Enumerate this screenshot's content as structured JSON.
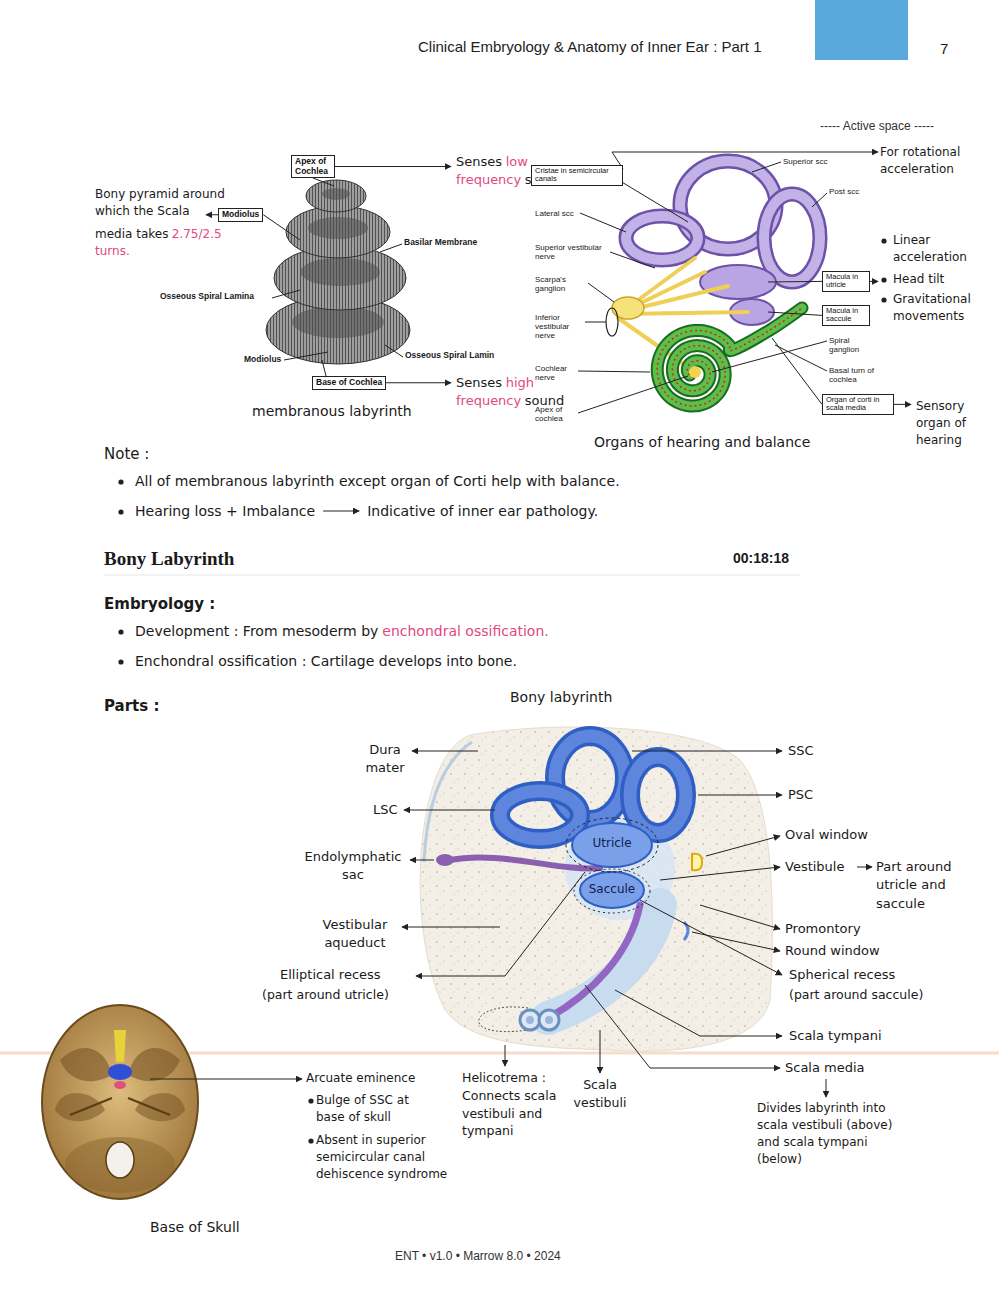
{
  "diagram": {
    "title": "Clinical Embryology & Anatomy of Inner Ear : Part 1",
    "nodes": [
      {
        "text": [
          "Apex of Cochlea"
        ]
      },
      {
        "text": [
          "Modiolus"
        ]
      },
      {
        "text": [
          "Base of Cochlea"
        ]
      },
      {
        "text": [
          "Cristae in semicircular canals"
        ]
      },
      {
        "text": [
          "Macula in utricle"
        ]
      },
      {
        "text": [
          "Macula in saccule"
        ]
      },
      {
        "text": [
          "Organ of corti in scala media"
        ]
      }
    ],
    "labels": [
      "7",
      "----- Active space -----",
      "Senses",
      "low frequency",
      "sound",
      "Bony pyramid around which the Scala",
      "media takes",
      "2.75/2.5 turns.",
      "Basilar Membrane",
      "Osseous Spiral Lamina",
      "Modiolus",
      "Osseous Spiral Lamin",
      "Senses",
      "high frequency",
      "sound",
      "membranous labyrinth",
      "Superior scc",
      "Post scc",
      "Lateral scc",
      "Superior vestibular nerve",
      "Scarpa's ganglion",
      "Inferior vestibular nerve",
      "Cochlear nerve",
      "Apex of cochlea",
      "Spiral ganglion",
      "Basal turn of cochlea",
      "For rotational acceleration",
      "Linear acceleration",
      "Head tilt",
      "Gravitational movements",
      "Sensory organ of hearing",
      "Organs of hearing and balance",
      "Note :",
      "All of membranous labyrinth except organ of Corti help with balance.",
      "Hearing loss + Imbalance",
      "Indicative of inner ear pathology.",
      "Bony Labyrinth",
      "00:18:18",
      "Embryology :",
      "Development : From mesoderm by",
      "enchondral ossification.",
      "Enchondral ossification : Cartilage develops into bone.",
      "Parts :",
      "Bony labyrinth",
      "Dura mater",
      "LSC",
      "Endolymphatic sac",
      "Vestibular aqueduct",
      "Elliptical recess",
      "(part around utricle)",
      "SSC",
      "PSC",
      "Oval window",
      "Vestibule",
      "Part around utricle and saccule",
      "Promontory",
      "Round window",
      "Spherical recess",
      "(part around saccule)",
      "Scala tympani",
      "Scala media",
      "Divides labyrinth into scala vestibuli (above) and scala tympani (below)",
      "Utricle",
      "Saccule",
      "Helicotrema : Connects scala vestibuli and tympani",
      "Scala vestibuli",
      "Arcuate eminence",
      "Bulge of SSC at base of skull",
      "Absent in superior semicircular canal dehiscence syndrome",
      "Base of Skull",
      "ENT • v1.0 • Marrow 8.0 • 2024"
    ]
  }
}
